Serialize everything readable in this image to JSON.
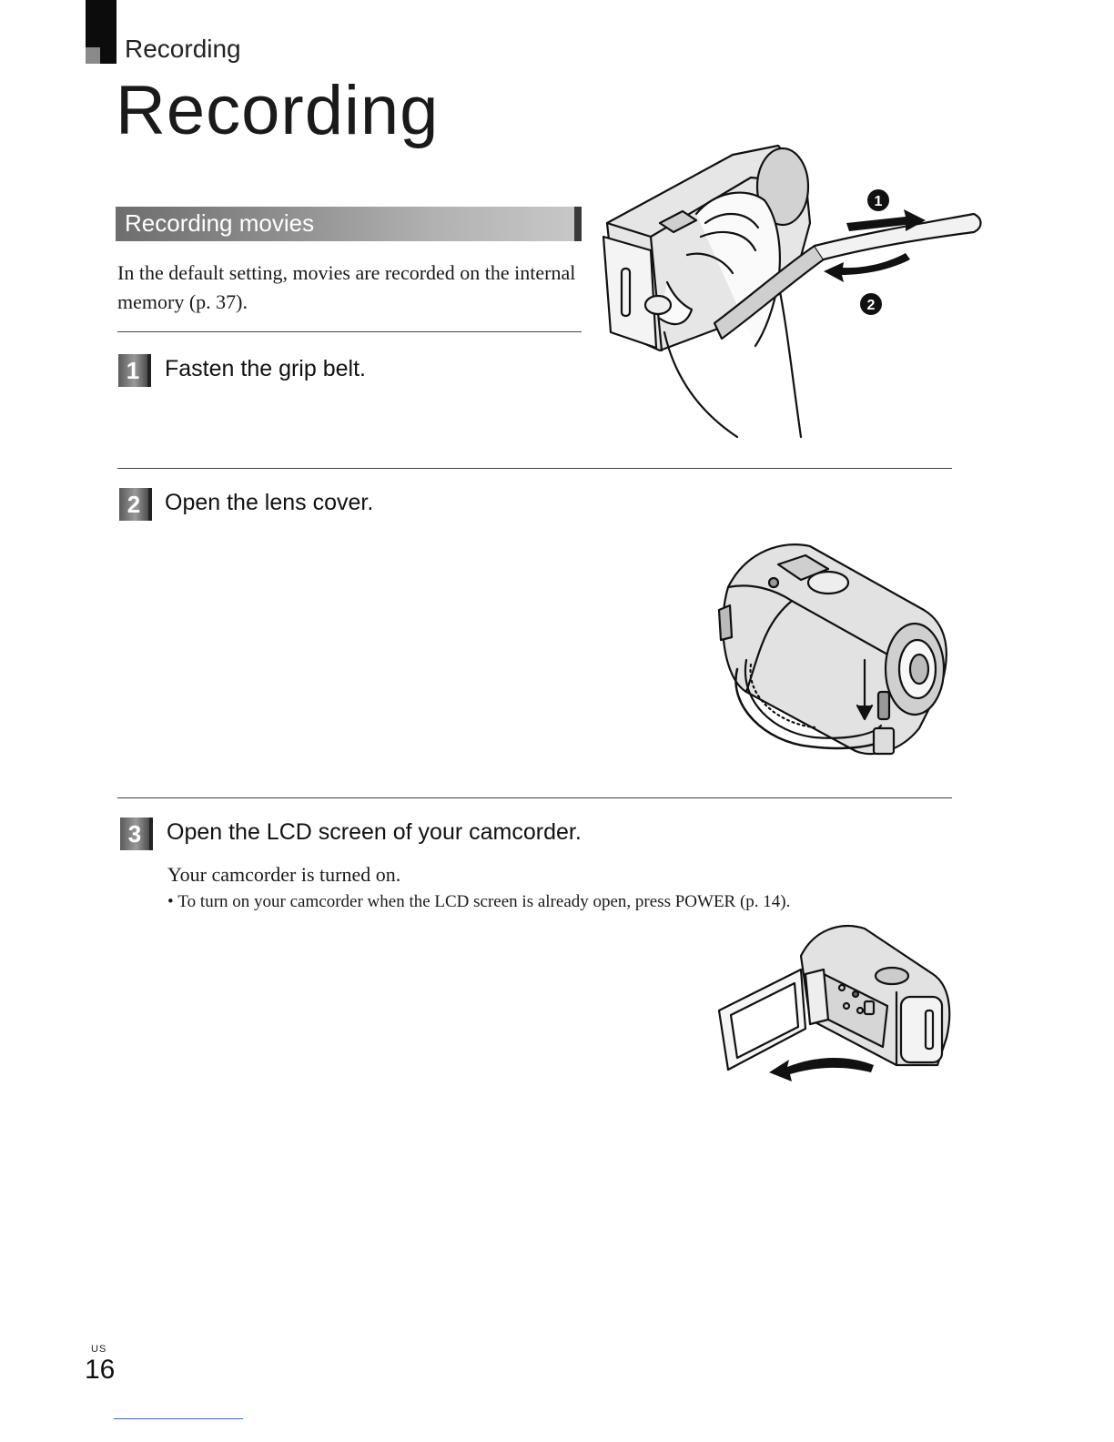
{
  "header": {
    "section_label": "Recording",
    "page_title": "Recording"
  },
  "section": {
    "heading": "Recording movies",
    "intro": "In the default setting, movies are recorded on the internal memory (p. 37)."
  },
  "steps": [
    {
      "number": "1",
      "title": "Fasten the grip belt."
    },
    {
      "number": "2",
      "title": "Open the lens cover."
    },
    {
      "number": "3",
      "title": "Open the LCD screen of your camcorder.",
      "body": "Your camcorder is turned on.",
      "bullet": "To turn on your camcorder when the LCD screen is already open, press POWER (p. 14)."
    }
  ],
  "figure1": {
    "callouts": [
      "1",
      "2"
    ]
  },
  "footer": {
    "region": "US",
    "page_number": "16"
  }
}
